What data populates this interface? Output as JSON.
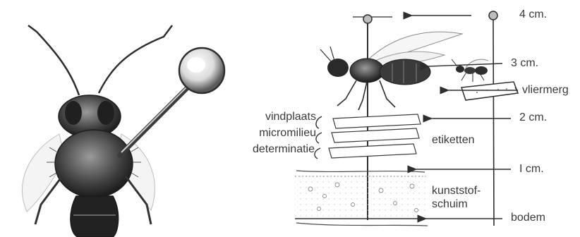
{
  "heights": {
    "h4": "4 cm.",
    "h3": "3 cm.",
    "h2": "2 cm.",
    "h1": "I cm."
  },
  "labels": {
    "vindplaats": "vindplaats",
    "micromilieu": "micromilieu",
    "determinatie": "determinatie",
    "etiketten": "etiketten",
    "vliermerg": "vliermerg",
    "foam_line1": "kunststof-",
    "foam_line2": "schuim",
    "bodem": "bodem"
  },
  "colors": {
    "ink": "#2e2e2e",
    "shade": "#6a6a6a",
    "paper": "#ffffff"
  }
}
